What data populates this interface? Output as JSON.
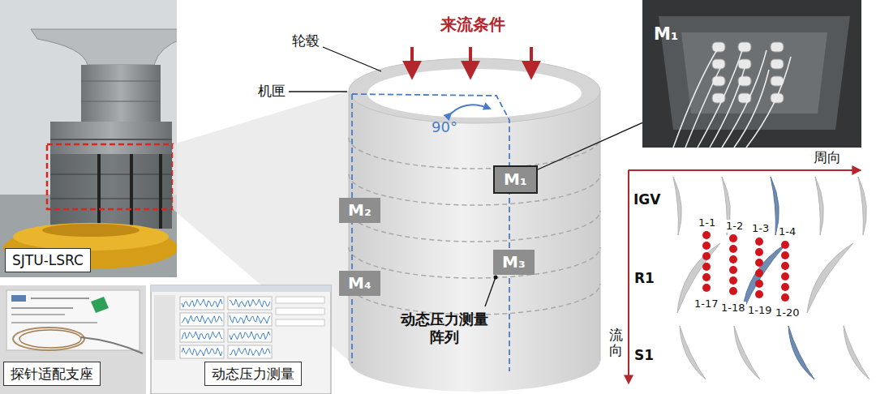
{
  "diagram": {
    "nodes": [
      {
        "text": [
          "M₁"
        ]
      },
      {
        "text": [
          "M₁"
        ]
      },
      {
        "text": [
          "M₂"
        ]
      },
      {
        "text": [
          "M₃"
        ]
      },
      {
        "text": [
          "M₄"
        ]
      },
      {
        "text": [
          "SJTU-LSRC"
        ]
      },
      {
        "text": [
          "探针适配支座"
        ]
      },
      {
        "text": [
          "动态压力测量"
        ]
      }
    ],
    "edges": [
      {
        "from": 1,
        "to": 0,
        "arrow": "none"
      }
    ],
    "labels": [
      "来流条件",
      "轮毂",
      "机匣",
      "90°",
      "动态压力测量阵列",
      "周向",
      "流向",
      "IGV",
      "R1",
      "S1",
      "1-1",
      "1-2",
      "1-3",
      "1-4",
      "1-17",
      "1-18",
      "1-19",
      "1-20"
    ]
  }
}
